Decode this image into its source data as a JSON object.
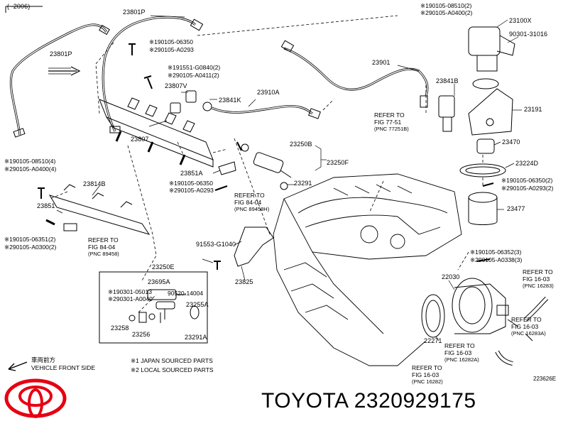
{
  "range": "(    -2006)",
  "parts": {
    "p23801P_a": "23801P",
    "p23801P_b": "23801P",
    "p23807": "23807",
    "p23807V": "23807V",
    "p23841K": "23841K",
    "p23910A": "23910A",
    "p23901": "23901",
    "p23841B": "23841B",
    "p23100X": "23100X",
    "p90301_31016": "90301-31016",
    "p23191": "23191",
    "p23470": "23470",
    "p23224D": "23224D",
    "p23477": "23477",
    "p23250B": "23250B",
    "p23250F": "23250F",
    "p23851A": "23851A",
    "p23291_a": "23291",
    "p23814B": "23814B",
    "p23851": "23851",
    "p91553": "91553-G1040",
    "p23825": "23825",
    "p22030": "22030",
    "p22271": "22271",
    "p23250E": "23250E",
    "p23695A": "23695A",
    "p90520": "90520-14004",
    "p23255A": "23255A",
    "p23258": "23258",
    "p23256": "23256",
    "p23291A": "23291A"
  },
  "notes": {
    "n1a": "※190105-06350",
    "n1b": "※290105-A0293",
    "n2a": "※191551-G0840(2)",
    "n2b": "※290105-A0411(2)",
    "n3a": "※190105-08510(2)",
    "n3b": "※290105-A0400(2)",
    "n4a": "※190105-08510(4)",
    "n4b": "※290105-A0400(4)",
    "n5a": "※190105-06350",
    "n5b": "※290105-A0293",
    "n6a": "※190105-06351(2)",
    "n6b": "※290105-A0300(2)",
    "n7a": "※190105-06350(2)",
    "n7b": "※290105-A0293(2)",
    "n8a": "※190105-06352(3)",
    "n8b": "※290105-A0338(3)",
    "n9a": "※190301-05013",
    "n9b": "※290301-A0040"
  },
  "refs": {
    "r1": [
      "REFER TO",
      "FIG 77-51",
      "(PNC 77251B)"
    ],
    "r2": [
      "REFER TO",
      "FIG 84-04",
      "(PNC 89458H)"
    ],
    "r3": [
      "REFER TO",
      "FIG 84-04",
      "(PNC 89458)"
    ],
    "r4": [
      "REFER TO",
      "FIG 16-03",
      "(PNC 16283)"
    ],
    "r5": [
      "REFER TO",
      "FIG 16-03",
      "(PNC 16283A)"
    ],
    "r6": [
      "REFER TO",
      "FIG 16-03",
      "(PNC 16282A)"
    ],
    "r7": [
      "REFER TO",
      "FIG 16-03",
      "(PNC 16282)"
    ]
  },
  "legend": {
    "front_jp": "車両前方",
    "front_en": "VEHICLE FRONT SIDE",
    "note1": "※1 JAPAN SOURCED PARTS",
    "note2": "※2 LOCAL SOURCED PARTS"
  },
  "diagram_code": "223626E",
  "brand_text": "TOYOTA 2320929175",
  "logo_color": "#e60012"
}
